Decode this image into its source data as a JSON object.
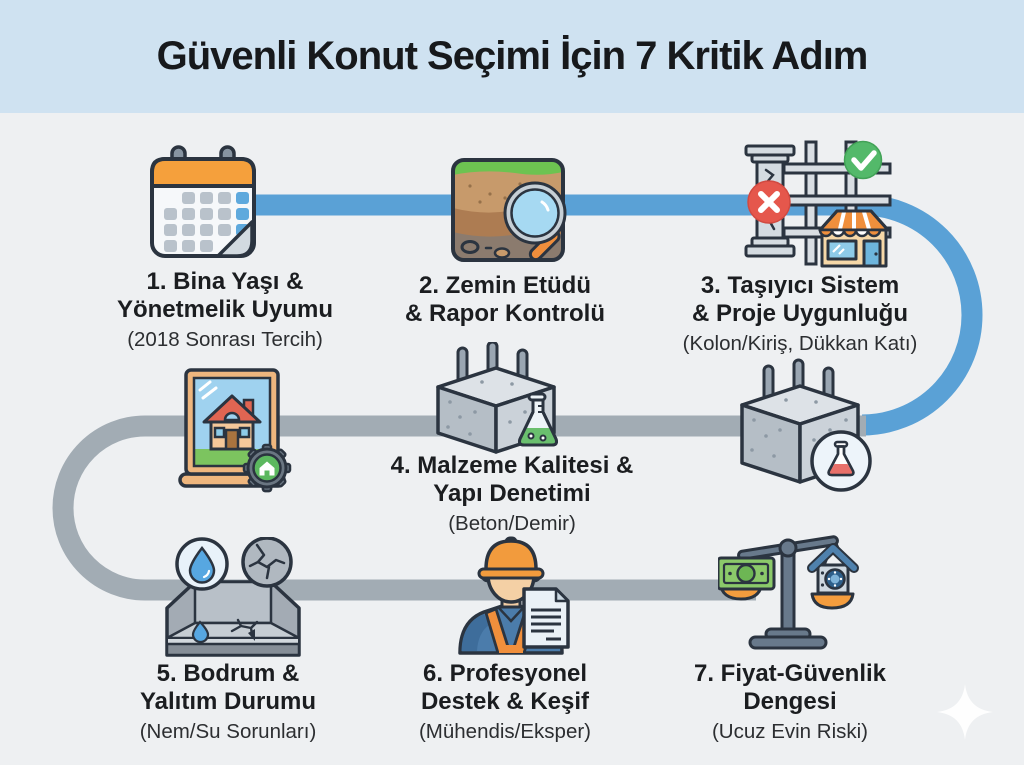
{
  "header": {
    "title": "Güvenli Konut Seçimi İçin 7 Kritik Adım"
  },
  "steps": [
    {
      "id": 1,
      "icon": "calendar-icon",
      "title_line1": "1. Bina Yaşı &",
      "title_line2": "Yönetmelik Uyumu",
      "subtitle": "(2018 Sonrası Tercih)"
    },
    {
      "id": 2,
      "icon": "soil-survey-magnifier-icon",
      "title_line1": "2. Zemin Etüdü",
      "title_line2": "& Rapor Kontrolü",
      "subtitle": ""
    },
    {
      "id": 3,
      "icon": "structural-frame-column-shop-icon",
      "title_line1": "3. Taşıyıcı Sistem",
      "title_line2": "& Proje Uygunluğu",
      "subtitle": "(Kolon/Kiriş, Dükkan Katı)"
    },
    {
      "id": 4,
      "icon": "concrete-cube-flask-icon",
      "title_line1": "4. Malzeme Kalitesi &",
      "title_line2": "Yapı Denetimi",
      "subtitle": "(Beton/Demir)"
    },
    {
      "id": 5,
      "icon": "basement-moisture-crack-icon",
      "title_line1": "5. Bodrum &",
      "title_line2": "Yalıtım Durumu",
      "subtitle": "(Nem/Su Sorunları)"
    },
    {
      "id": 6,
      "icon": "engineer-document-icon",
      "title_line1": "6. Profesyonel",
      "title_line2": "Destek & Keşif",
      "subtitle": "(Mühendis/Eksper)"
    },
    {
      "id": 7,
      "icon": "price-safety-scale-icon",
      "title_line1": "7. Fiyat-Güvenlik",
      "title_line2": "Dengesi",
      "subtitle": "(Ucuz Evin Riski)"
    }
  ],
  "decorative_icons": [
    "certified-house-frame-icon",
    "concrete-cube-flask-badge-icon",
    "red-x-badge-icon",
    "green-check-badge-icon",
    "storefront-icon",
    "cracked-column-icon",
    "water-drop-badge-icon",
    "crack-badge-icon",
    "sparkle-icon"
  ],
  "colors": {
    "background": "#eef0f2",
    "header_bg": "#cfe2f1",
    "connector_blue": "#5aa1d6",
    "connector_gray": "#a2acb4",
    "outline": "#2b3440",
    "accent_orange": "#f29b3d",
    "accent_green": "#53b96a",
    "accent_red": "#e5574c",
    "accent_blue": "#57a7e1"
  }
}
